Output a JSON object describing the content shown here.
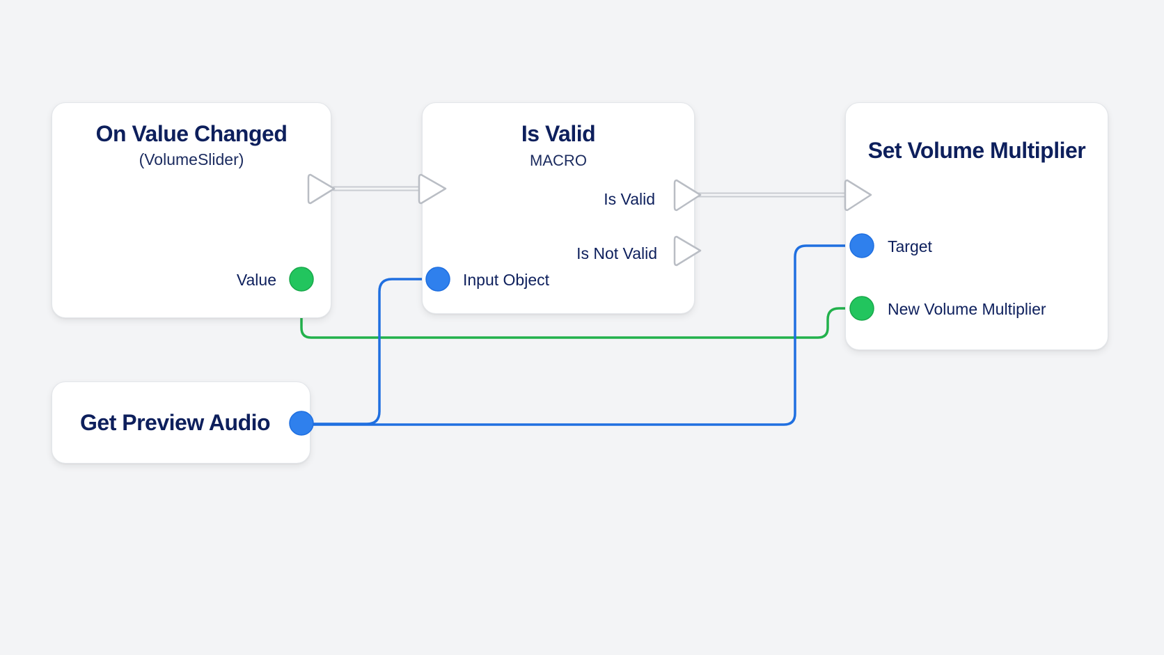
{
  "nodes": {
    "on_value_changed": {
      "title": "On Value Changed",
      "subtitle": "(VolumeSlider)",
      "value_label": "Value"
    },
    "is_valid": {
      "title": "Is Valid",
      "subtitle": "MACRO",
      "is_valid_label": "Is Valid",
      "is_not_valid_label": "Is Not Valid",
      "input_object_label": "Input Object"
    },
    "set_volume_multiplier": {
      "title": "Set Volume Multiplier",
      "target_label": "Target",
      "new_volume_label": "New Volume Multiplier"
    },
    "get_preview_audio": {
      "title": "Get Preview Audio"
    }
  },
  "colors": {
    "object_pin": "#2f80ed",
    "float_pin": "#22c55e",
    "object_wire": "#1f6fe0",
    "float_wire": "#22b14c",
    "exec_wire": "#d8dbe0",
    "title_text": "#0d1f5c"
  }
}
